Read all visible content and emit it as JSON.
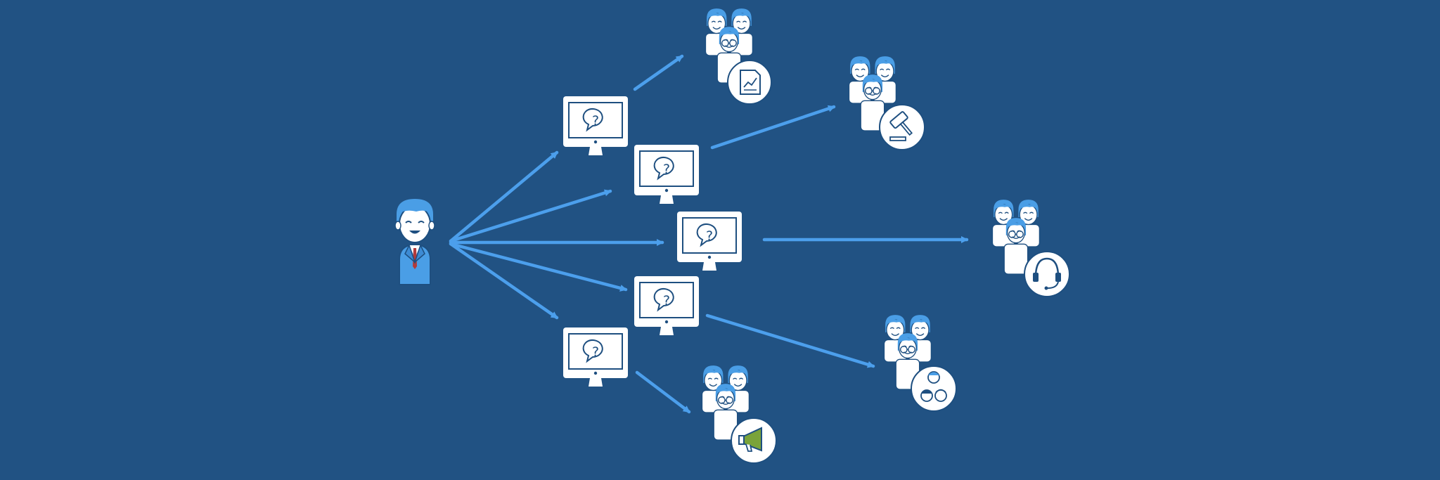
{
  "diagram": {
    "background": "#215283",
    "arrow_color": "#4c9fec",
    "outline_color": "#1e4f80",
    "person_color": "#4a9ee6",
    "presenter": {
      "icon": "businessman-icon"
    },
    "monitors": [
      {
        "id": "m1",
        "glyph": "?",
        "icon": "monitor-question-icon"
      },
      {
        "id": "m2",
        "glyph": "?",
        "icon": "monitor-question-icon"
      },
      {
        "id": "m3",
        "glyph": "?",
        "icon": "monitor-question-icon"
      },
      {
        "id": "m4",
        "glyph": "?",
        "icon": "monitor-question-icon"
      },
      {
        "id": "m5",
        "glyph": "?",
        "icon": "monitor-question-icon"
      }
    ],
    "audiences": [
      {
        "id": "g1",
        "badge_icon": "report-chart-icon"
      },
      {
        "id": "g2",
        "badge_icon": "gavel-icon"
      },
      {
        "id": "g3",
        "badge_icon": "headset-icon"
      },
      {
        "id": "g4",
        "badge_icon": "user-faces-icon"
      },
      {
        "id": "g5",
        "badge_icon": "megaphone-icon",
        "badge_accent": "#7aa33a"
      }
    ]
  }
}
